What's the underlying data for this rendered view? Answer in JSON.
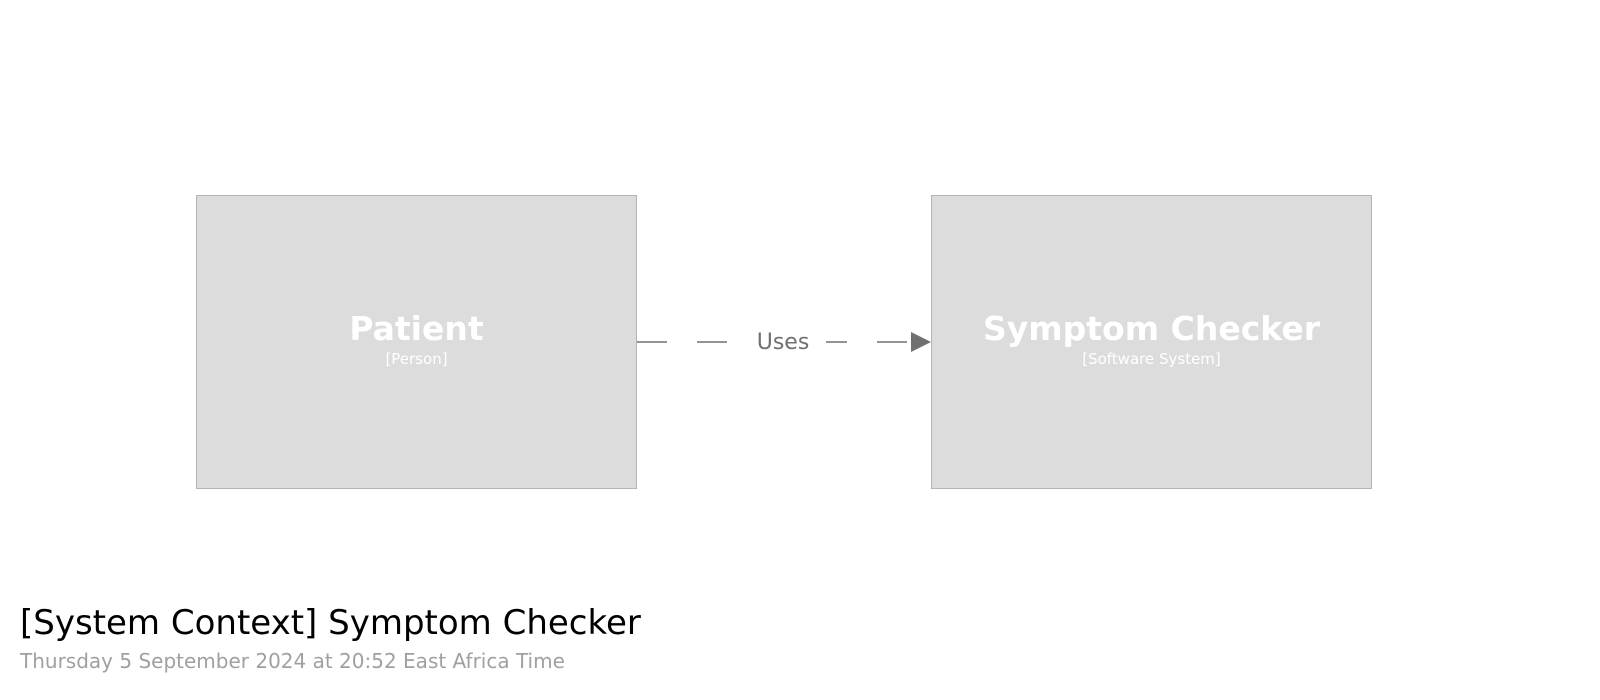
{
  "elements": {
    "patient": {
      "name": "Patient",
      "type": "[Person]"
    },
    "symptom_checker": {
      "name": "Symptom Checker",
      "type": "[Software System]"
    }
  },
  "relationships": [
    {
      "from": "Patient",
      "to": "Symptom Checker",
      "label": "Uses"
    }
  ],
  "diagram": {
    "title": "[System Context] Symptom Checker",
    "subtitle": "Thursday 5 September 2024 at 20:52 East Africa Time"
  },
  "colors": {
    "element_fill": "#dcdcdc",
    "element_border": "#b4b4b4",
    "element_text": "#ffffff",
    "relationship": "#707070",
    "title": "#000000",
    "subtitle": "#a0a0a0"
  }
}
